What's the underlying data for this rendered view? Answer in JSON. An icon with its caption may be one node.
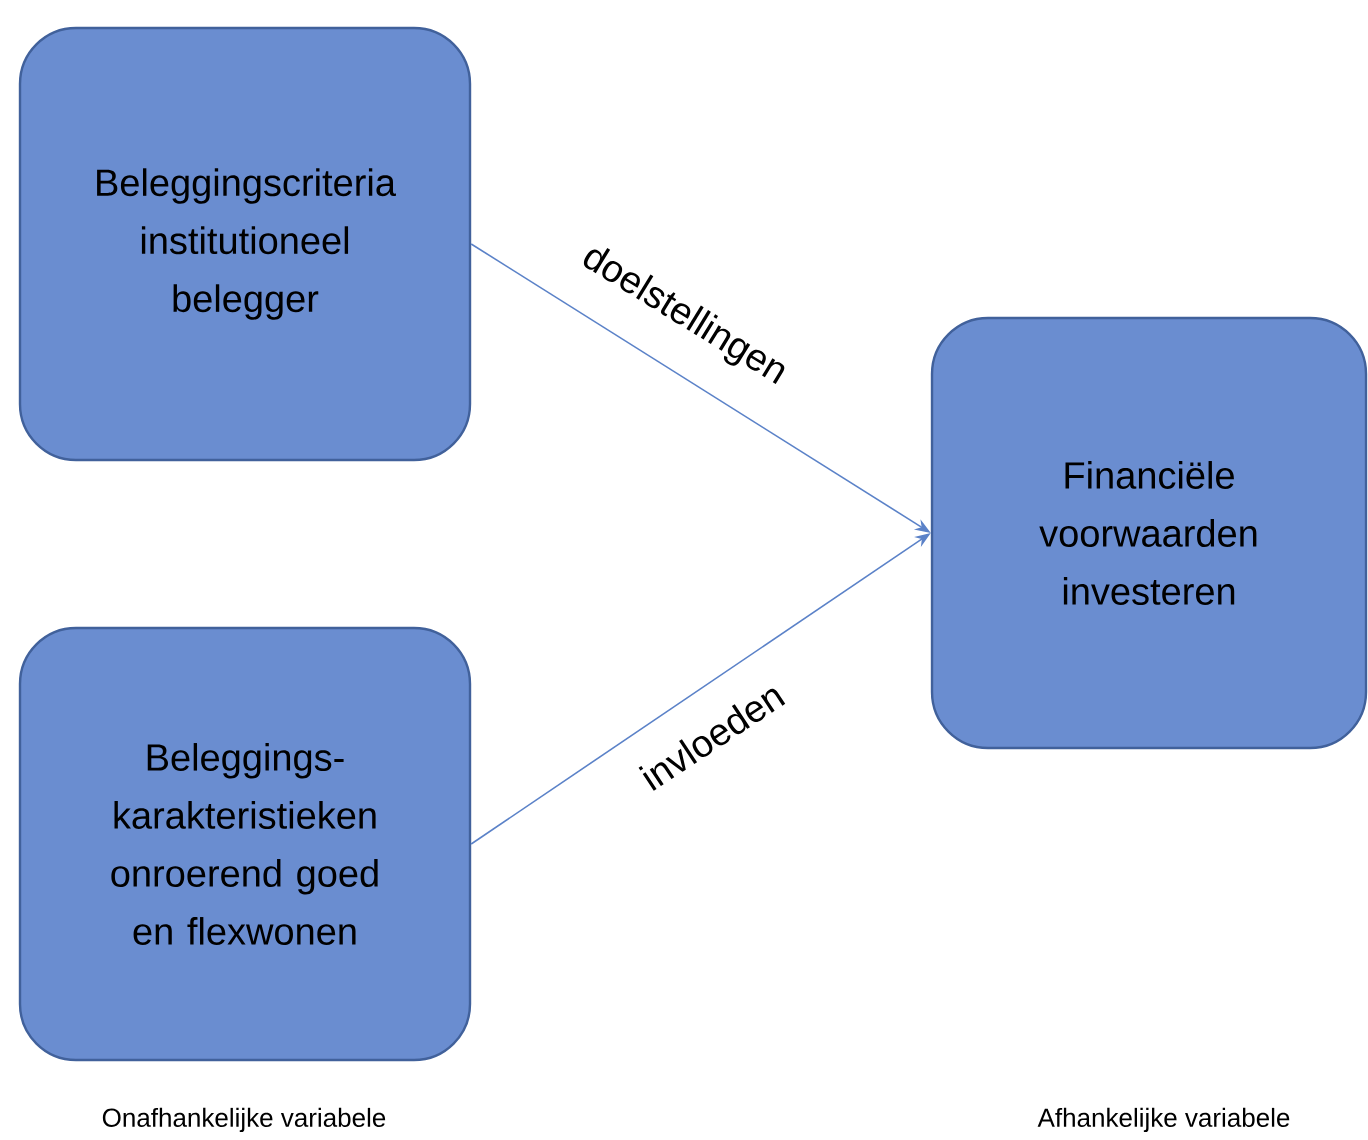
{
  "diagram": {
    "nodes": [
      {
        "text": [
          "Beleggingscriteria institutioneel belegger"
        ]
      },
      {
        "text": [
          "Beleggings- karakteristieken onroerend goed en flexwonen"
        ]
      },
      {
        "text": [
          "Financiële voorwaarden investeren"
        ]
      }
    ],
    "edges": [
      {
        "from": 0,
        "to": 2,
        "arrow": "to",
        "label": "doelstellingen"
      },
      {
        "from": 1,
        "to": 2,
        "arrow": "to",
        "label": "invloeden"
      }
    ],
    "labels": [
      "Onafhankelijke variabele",
      "Afhankelijke variabele"
    ]
  }
}
